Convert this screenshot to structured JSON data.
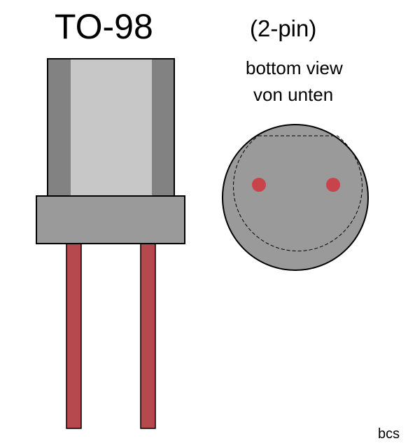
{
  "labels": {
    "title": "TO-98",
    "subtitle": "(2-pin)",
    "view_en": "bottom view",
    "view_de": "von unten",
    "credit": "bcs"
  },
  "colors": {
    "body_dark": "#828282",
    "body_light": "#c7c7c7",
    "base": "#9a9a9a",
    "lead": "#b5494e",
    "bottom_disc": "#9a9a9a",
    "pin": "#c9434b",
    "outline": "#000000"
  },
  "pins": {
    "count": 2
  }
}
